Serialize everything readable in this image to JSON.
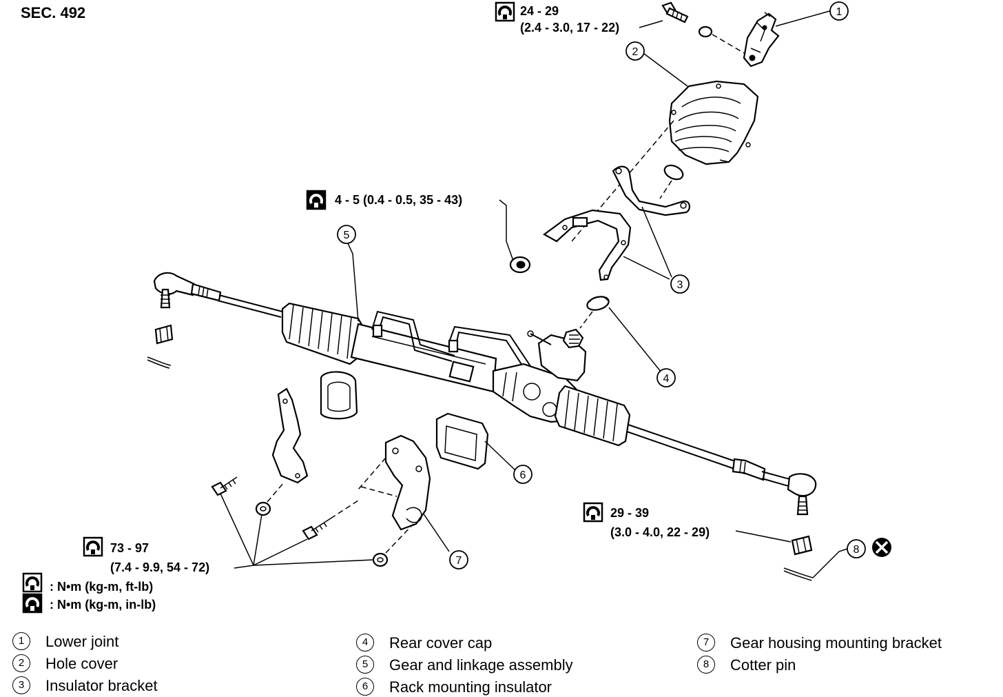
{
  "section": "SEC. 492",
  "torques": {
    "t1": {
      "line1": "24 - 29",
      "line2": "(2.4 - 3.0, 17 - 22)"
    },
    "t2": {
      "line1": "4 - 5 (0.4 - 0.5, 35 - 43)"
    },
    "t3": {
      "line1": "29 - 39",
      "line2": "(3.0 - 4.0, 22 - 29)"
    },
    "t4": {
      "line1": "73 - 97",
      "line2": "(7.4 - 9.9, 54 - 72)"
    }
  },
  "units": {
    "u1": ": N•m (kg-m, ft-lb)",
    "u2": ": N•m (kg-m, in-lb)"
  },
  "callouts": [
    "1",
    "2",
    "3",
    "4",
    "5",
    "6",
    "7",
    "8"
  ],
  "legend": [
    {
      "num": "1",
      "label": "Lower joint"
    },
    {
      "num": "2",
      "label": "Hole cover"
    },
    {
      "num": "3",
      "label": "Insulator bracket"
    },
    {
      "num": "4",
      "label": "Rear cover cap"
    },
    {
      "num": "5",
      "label": "Gear and linkage assembly"
    },
    {
      "num": "6",
      "label": "Rack mounting insulator"
    },
    {
      "num": "7",
      "label": "Gear housing mounting bracket"
    },
    {
      "num": "8",
      "label": "Cotter pin"
    }
  ],
  "icons": {
    "torque": "torque-wrench-icon",
    "torque_inlb": "torque-wrench-solid-icon",
    "replace": "always-replace-x-icon"
  }
}
